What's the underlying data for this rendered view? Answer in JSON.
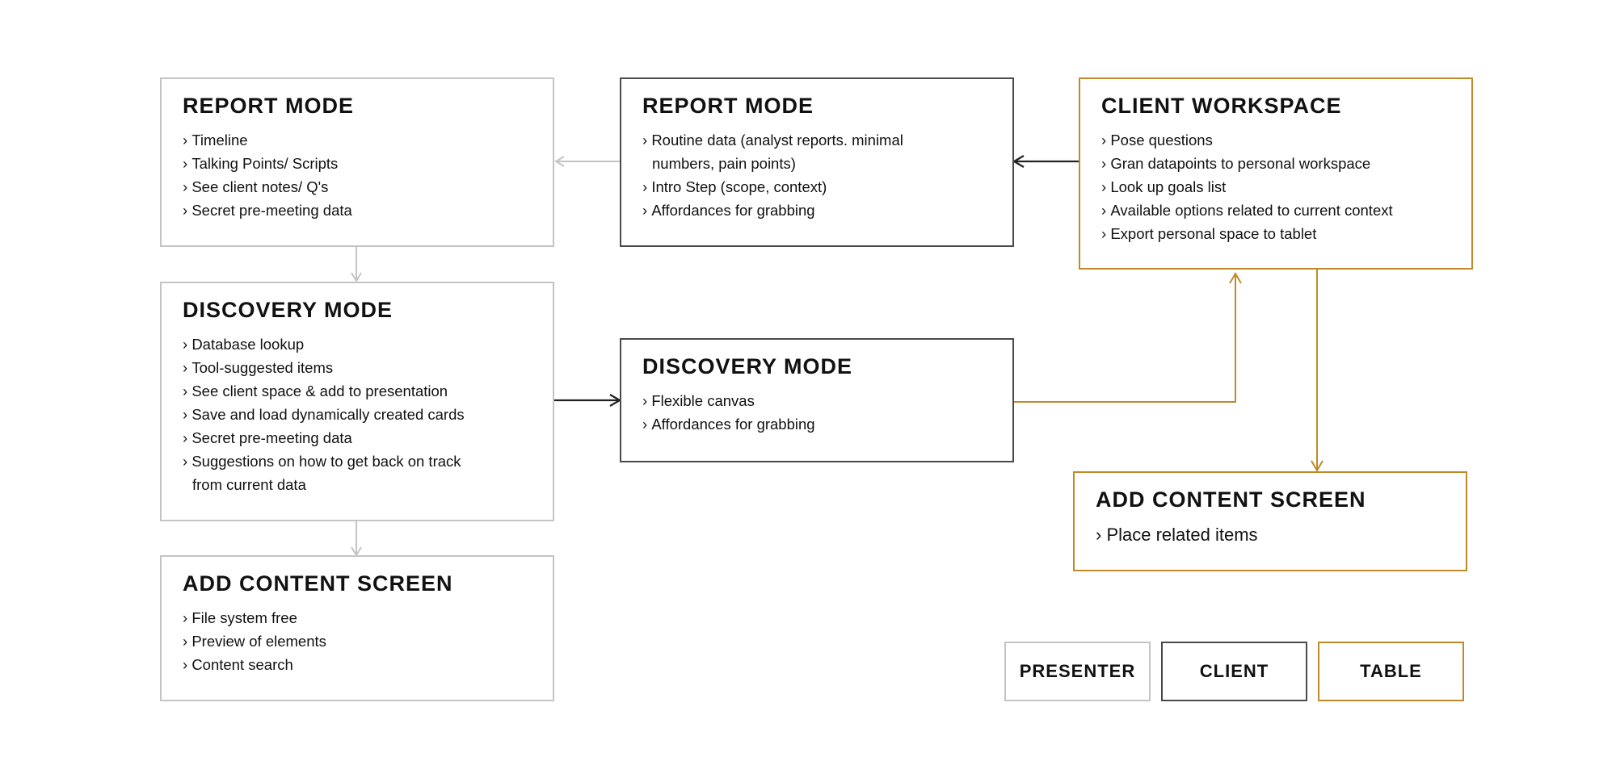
{
  "colors": {
    "presenter": "#c4c4c4",
    "client": "#4a4a4a",
    "table": "#c08a2a"
  },
  "nodes": {
    "report_presenter": {
      "title": "REPORT MODE",
      "items": [
        "Timeline",
        "Talking Points/ Scripts",
        "See client notes/ Q's",
        "Secret pre-meeting data"
      ]
    },
    "report_client": {
      "title": "REPORT MODE",
      "items": [
        "Routine data (analyst reports. minimal numbers, pain points)",
        "Intro Step (scope, context)",
        "Affordances for grabbing"
      ]
    },
    "client_workspace": {
      "title": "CLIENT WORKSPACE",
      "items": [
        "Pose questions",
        "Gran datapoints to personal workspace",
        "Look up goals list",
        "Available options related to current context",
        "Export personal space to tablet"
      ]
    },
    "discovery_presenter": {
      "title": "DISCOVERY MODE",
      "items": [
        "Database lookup",
        "Tool-suggested items",
        "See client space & add to presentation",
        "Save and load dynamically created cards",
        "Secret pre-meeting data",
        "Suggestions on how to get back on track from current data"
      ]
    },
    "discovery_client": {
      "title": "DISCOVERY MODE",
      "items": [
        "Flexible canvas",
        "Affordances for grabbing"
      ]
    },
    "add_content_table": {
      "title": "ADD CONTENT SCREEN",
      "items": [
        "Place related items"
      ]
    },
    "add_content_presenter": {
      "title": "ADD CONTENT SCREEN",
      "items": [
        "File system free",
        "Preview of elements",
        "Content search"
      ]
    }
  },
  "legend": {
    "presenter": "PRESENTER",
    "client": "CLIENT",
    "table": "TABLE"
  }
}
